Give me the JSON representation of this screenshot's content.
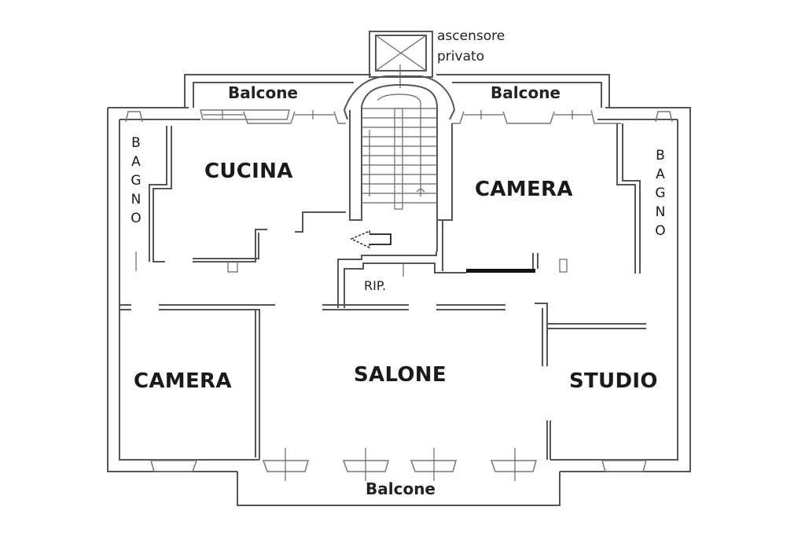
{
  "plan": {
    "elevator_label_line1": "ascensore",
    "elevator_label_line2": "privato",
    "rooms": {
      "cucina": "CUCINA",
      "camera_top": "CAMERA",
      "camera_bottom": "CAMERA",
      "salone": "SALONE",
      "studio": "STUDIO",
      "ripostiglio": "RIP."
    },
    "bagno_left": [
      "B",
      "A",
      "G",
      "N",
      "O"
    ],
    "bagno_right": [
      "B",
      "A",
      "G",
      "N",
      "O"
    ],
    "balconies": {
      "top_left": "Balcone",
      "top_right": "Balcone",
      "bottom": "Balcone"
    },
    "entrance_arrow": "arrow-left-icon",
    "colors": {
      "wall": "#555555",
      "text": "#1a1a1a",
      "background": "#ffffff"
    }
  }
}
